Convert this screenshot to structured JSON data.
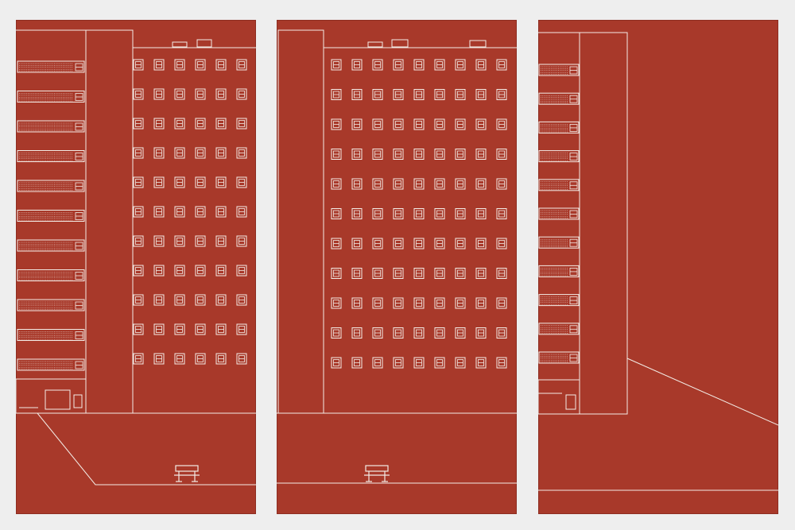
{
  "artwork": {
    "panel_color": "#a8392a",
    "line_color": "#f3ece6",
    "background": "#eeeeee",
    "panels": [
      {
        "id": "left",
        "window_grid": {
          "rows": 11,
          "cols": 6
        },
        "balcony_floors": 11,
        "has_bench": true,
        "has_entrance": true
      },
      {
        "id": "middle",
        "window_grid": {
          "rows": 11,
          "cols": 9
        },
        "balcony_floors": 0,
        "has_bench": true,
        "has_entrance": false
      },
      {
        "id": "right",
        "window_grid": {
          "rows": 0,
          "cols": 0
        },
        "balcony_floors": 11,
        "has_bench": false,
        "has_entrance": true
      }
    ]
  }
}
